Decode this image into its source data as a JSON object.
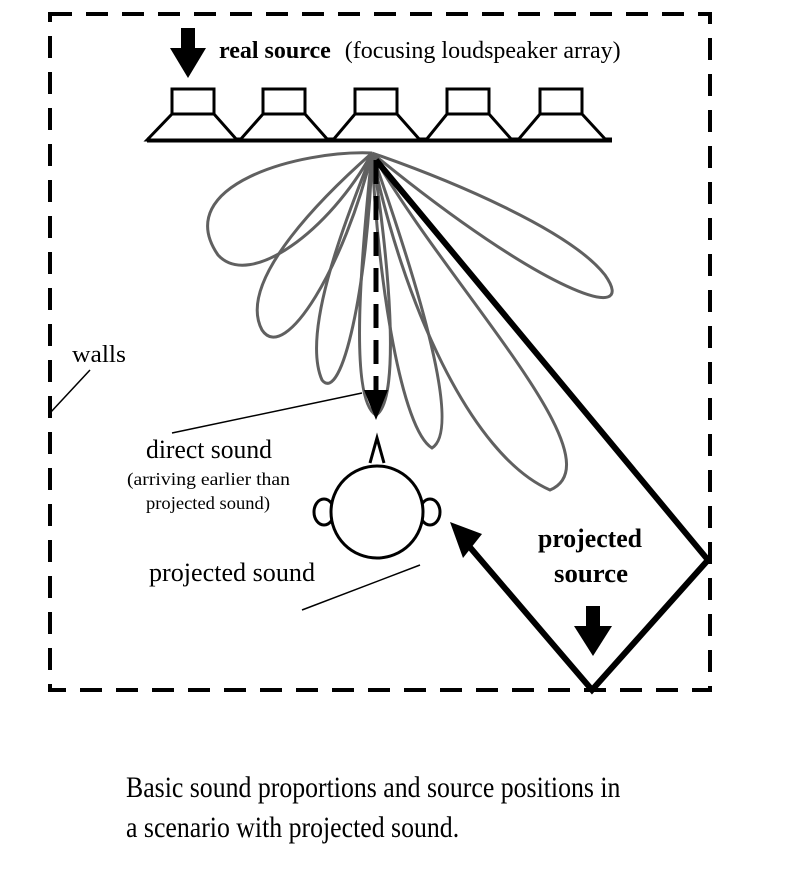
{
  "diagram": {
    "real_source_bold": "real source",
    "real_source_note": "(focusing loudspeaker array)",
    "walls_label": "walls",
    "direct_sound_label": "direct sound",
    "direct_sound_note_1": "(arriving earlier than",
    "direct_sound_note_2": "projected sound)",
    "projected_sound_label": "projected sound",
    "projected_source_1": "projected",
    "projected_source_2": "source",
    "colors": {
      "ink": "#000000",
      "lobe": "#606060",
      "background": "#ffffff"
    }
  },
  "caption": {
    "line1": "Basic sound proportions and source positions in",
    "line2": "a scenario with projected sound."
  }
}
